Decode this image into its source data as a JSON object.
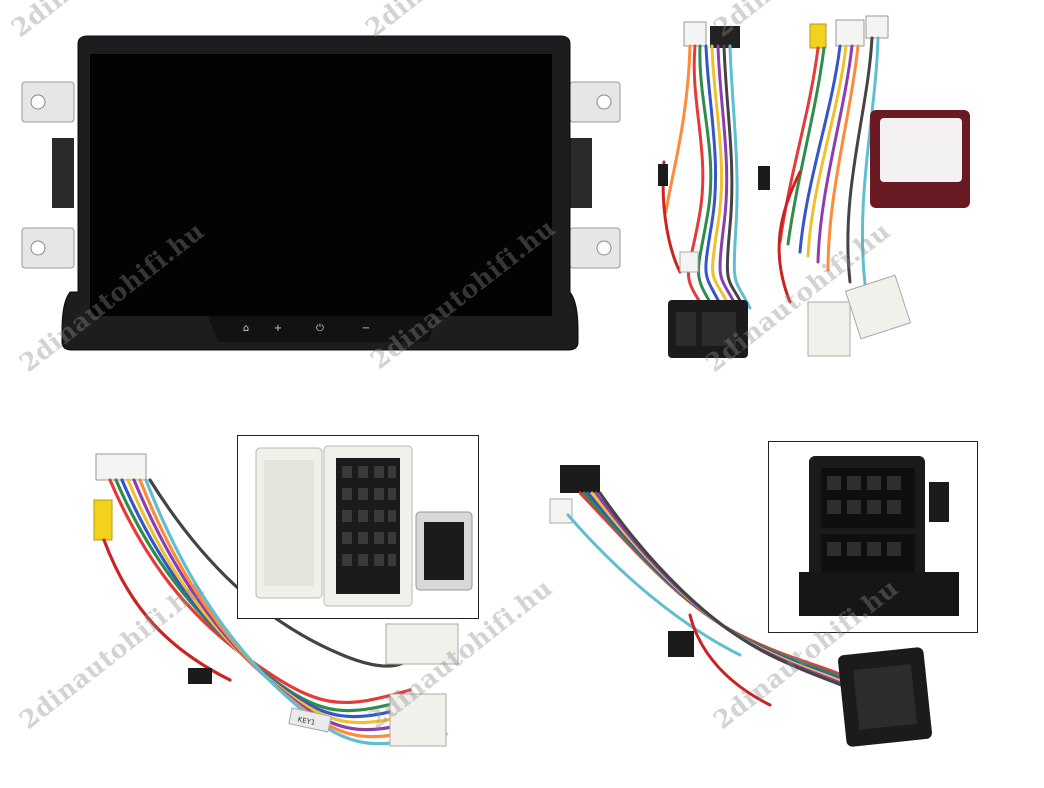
{
  "watermark": {
    "text": "2dinautohifi.hu"
  },
  "head_unit": {
    "buttons": [
      {
        "name": "home",
        "glyph": "⌂"
      },
      {
        "name": "plus",
        "glyph": "+"
      },
      {
        "name": "power",
        "glyph": "⏻"
      },
      {
        "name": "minus",
        "glyph": "−"
      }
    ]
  },
  "harness_labels": {
    "key_tag": "KEY1"
  },
  "colors": {
    "bezel": "#1d1d1f",
    "screen": "#030303",
    "bracket": "#e3e3e3",
    "connector_white": "#f1f0ea",
    "connector_black": "#1b1b1b",
    "rca_yellow": "#f2d21c",
    "sticker_border": "#6a1a22"
  }
}
